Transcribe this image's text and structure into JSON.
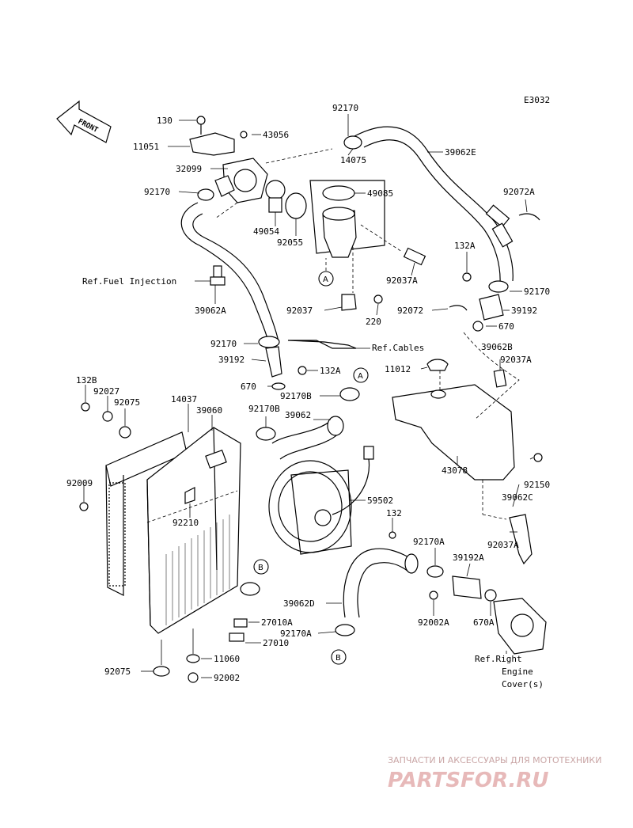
{
  "diagram_code": "E3032",
  "front_label": "FRONT",
  "parts": [
    {
      "id": "p-130",
      "label": "130"
    },
    {
      "id": "p-11051",
      "label": "11051"
    },
    {
      "id": "p-43056",
      "label": "43056"
    },
    {
      "id": "p-32099",
      "label": "32099"
    },
    {
      "id": "p-92170-top",
      "label": "92170"
    },
    {
      "id": "p-14075",
      "label": "14075"
    },
    {
      "id": "p-39062E",
      "label": "39062E"
    },
    {
      "id": "p-92170-left",
      "label": "92170"
    },
    {
      "id": "p-49085",
      "label": "49085"
    },
    {
      "id": "p-49054",
      "label": "49054"
    },
    {
      "id": "p-92055",
      "label": "92055"
    },
    {
      "id": "p-92072A",
      "label": "92072A"
    },
    {
      "id": "p-132A-top",
      "label": "132A"
    },
    {
      "id": "p-92037A-mid",
      "label": "92037A"
    },
    {
      "id": "p-92170-right",
      "label": "92170"
    },
    {
      "id": "p-39062A",
      "label": "39062A"
    },
    {
      "id": "p-92037",
      "label": "92037"
    },
    {
      "id": "p-92072",
      "label": "92072"
    },
    {
      "id": "p-39192-right",
      "label": "39192"
    },
    {
      "id": "p-220",
      "label": "220"
    },
    {
      "id": "p-670-right",
      "label": "670"
    },
    {
      "id": "p-92170-mid",
      "label": "92170"
    },
    {
      "id": "p-39192-mid",
      "label": "39192"
    },
    {
      "id": "p-132A-mid",
      "label": "132A"
    },
    {
      "id": "p-39062B",
      "label": "39062B"
    },
    {
      "id": "p-92037A-right",
      "label": "92037A"
    },
    {
      "id": "p-11012",
      "label": "11012"
    },
    {
      "id": "p-670-mid",
      "label": "670"
    },
    {
      "id": "p-92170B-a",
      "label": "92170B"
    },
    {
      "id": "p-132B",
      "label": "132B"
    },
    {
      "id": "p-92027",
      "label": "92027"
    },
    {
      "id": "p-92075-top",
      "label": "92075"
    },
    {
      "id": "p-14037",
      "label": "14037"
    },
    {
      "id": "p-39060",
      "label": "39060"
    },
    {
      "id": "p-92170B-b",
      "label": "92170B"
    },
    {
      "id": "p-39062",
      "label": "39062"
    },
    {
      "id": "p-43078",
      "label": "43078"
    },
    {
      "id": "p-92150",
      "label": "92150"
    },
    {
      "id": "p-39062C",
      "label": "39062C"
    },
    {
      "id": "p-92009",
      "label": "92009"
    },
    {
      "id": "p-59502",
      "label": "59502"
    },
    {
      "id": "p-92210",
      "label": "92210"
    },
    {
      "id": "p-132",
      "label": "132"
    },
    {
      "id": "p-92037A-low",
      "label": "92037A"
    },
    {
      "id": "p-92170A",
      "label": "92170A"
    },
    {
      "id": "p-39192A",
      "label": "39192A"
    },
    {
      "id": "p-39062D",
      "label": "39062D"
    },
    {
      "id": "p-27010A",
      "label": "27010A"
    },
    {
      "id": "p-92170A-low",
      "label": "92170A"
    },
    {
      "id": "p-27010",
      "label": "27010"
    },
    {
      "id": "p-92002A",
      "label": "92002A"
    },
    {
      "id": "p-670A",
      "label": "670A"
    },
    {
      "id": "p-11060",
      "label": "11060"
    },
    {
      "id": "p-92075-bottom",
      "label": "92075"
    },
    {
      "id": "p-92002",
      "label": "92002"
    }
  ],
  "references": {
    "fuel_injection": "Ref.Fuel Injection",
    "cables": "Ref.Cables",
    "right_engine_cover_1": "Ref.Right",
    "right_engine_cover_2": "Engine",
    "right_engine_cover_3": "Cover(s)"
  },
  "callouts": {
    "a": "A",
    "b": "B"
  },
  "watermark": {
    "line1": "ЗАПЧАСТИ И АКСЕССУАРЫ ДЛЯ МОТОТЕХНИКИ",
    "line2": "PARTSFOR.RU"
  }
}
